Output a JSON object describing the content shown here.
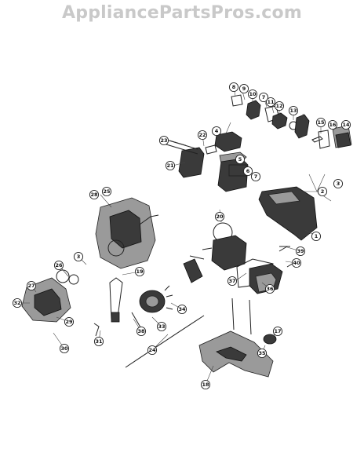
{
  "watermark": "AppliancePartsPros.com",
  "callouts": [
    {
      "id": "1",
      "label": "1"
    },
    {
      "id": "2",
      "label": "2"
    },
    {
      "id": "3a",
      "label": "3"
    },
    {
      "id": "3b",
      "label": "3"
    },
    {
      "id": "4",
      "label": "4"
    },
    {
      "id": "5",
      "label": "5"
    },
    {
      "id": "6",
      "label": "6"
    },
    {
      "id": "7a",
      "label": "7"
    },
    {
      "id": "7b",
      "label": "7"
    },
    {
      "id": "8",
      "label": "8"
    },
    {
      "id": "9",
      "label": "9"
    },
    {
      "id": "10",
      "label": "10"
    },
    {
      "id": "11",
      "label": "11"
    },
    {
      "id": "12",
      "label": "12"
    },
    {
      "id": "13",
      "label": "13"
    },
    {
      "id": "14",
      "label": "14"
    },
    {
      "id": "15",
      "label": "15"
    },
    {
      "id": "16",
      "label": "16"
    },
    {
      "id": "17",
      "label": "17"
    },
    {
      "id": "18",
      "label": "18"
    },
    {
      "id": "19",
      "label": "19"
    },
    {
      "id": "20",
      "label": "20"
    },
    {
      "id": "21",
      "label": "21"
    },
    {
      "id": "22",
      "label": "22"
    },
    {
      "id": "23",
      "label": "23"
    },
    {
      "id": "24",
      "label": "24"
    },
    {
      "id": "25",
      "label": "25"
    },
    {
      "id": "26",
      "label": "26"
    },
    {
      "id": "27",
      "label": "27"
    },
    {
      "id": "28",
      "label": "28"
    },
    {
      "id": "29",
      "label": "29"
    },
    {
      "id": "30",
      "label": "30"
    },
    {
      "id": "31",
      "label": "31"
    },
    {
      "id": "32",
      "label": "32"
    },
    {
      "id": "33",
      "label": "33"
    },
    {
      "id": "34",
      "label": "34"
    },
    {
      "id": "35",
      "label": "35"
    },
    {
      "id": "36",
      "label": "36"
    },
    {
      "id": "37",
      "label": "37"
    },
    {
      "id": "38",
      "label": "38"
    },
    {
      "id": "39",
      "label": "39"
    },
    {
      "id": "40",
      "label": "40"
    }
  ]
}
